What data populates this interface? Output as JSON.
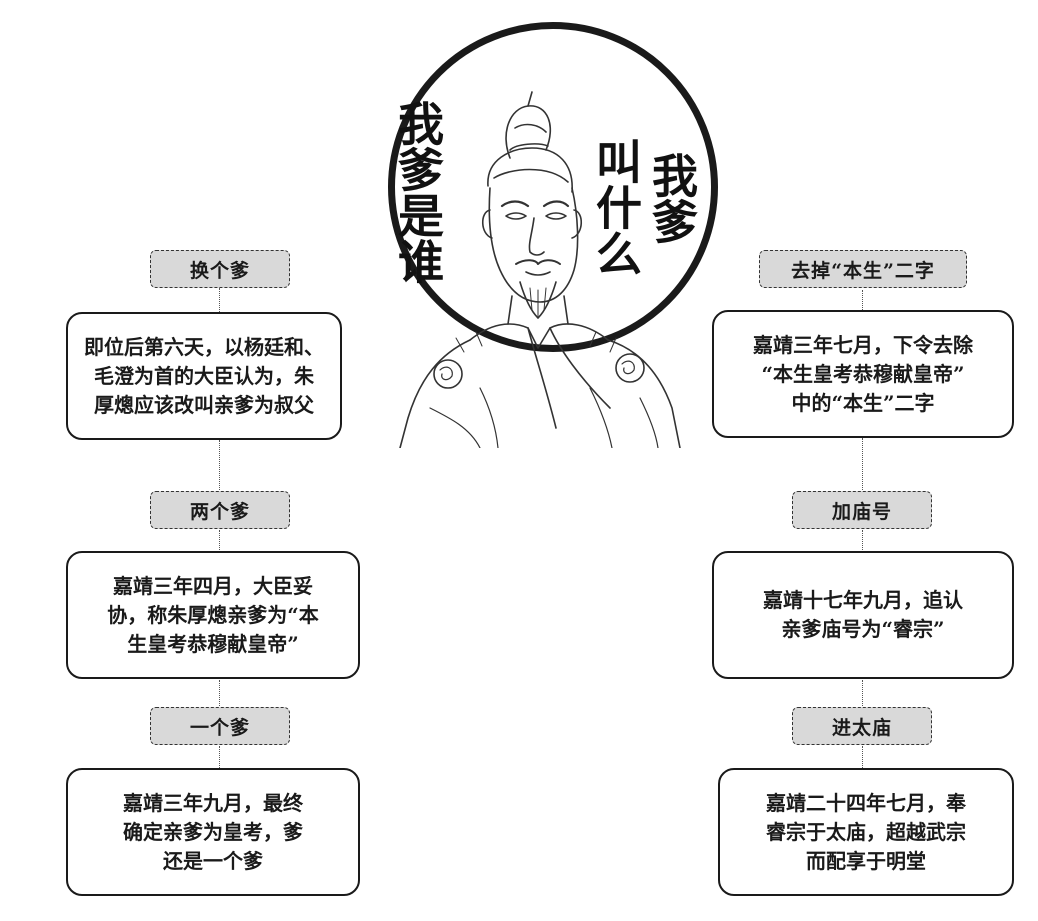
{
  "title": {
    "left_vertical": "我爹是谁",
    "right_col1": "叫什么",
    "right_col2": "我爹"
  },
  "left_flow": [
    {
      "tag": "换个爹",
      "text": "即位后第六天，以杨廷和、\n毛澄为首的大臣认为，朱\n厚熜应该改叫亲爹为叔父"
    },
    {
      "tag": "两个爹",
      "text": "嘉靖三年四月，大臣妥\n协，称朱厚熜亲爹为“本\n生皇考恭穆献皇帝”"
    },
    {
      "tag": "一个爹",
      "text": "嘉靖三年九月，最终\n确定亲爹为皇考，爹\n还是一个爹"
    }
  ],
  "right_flow": [
    {
      "tag": "去掉“本生”二字",
      "text": "嘉靖三年七月，下令去除\n“本生皇考恭穆献皇帝”\n中的“本生”二字"
    },
    {
      "tag": "加庙号",
      "text": "嘉靖十七年九月，追认\n亲爹庙号为“睿宗”"
    },
    {
      "tag": "进太庙",
      "text": "嘉靖二十四年七月，奉\n睿宗于太庙，超越武宗\n而配享于明堂"
    }
  ],
  "illustration": {
    "icon": "emperor-portrait-icon"
  },
  "colors": {
    "tag_fill": "#d9d9d9",
    "ink": "#1a1a1a"
  }
}
